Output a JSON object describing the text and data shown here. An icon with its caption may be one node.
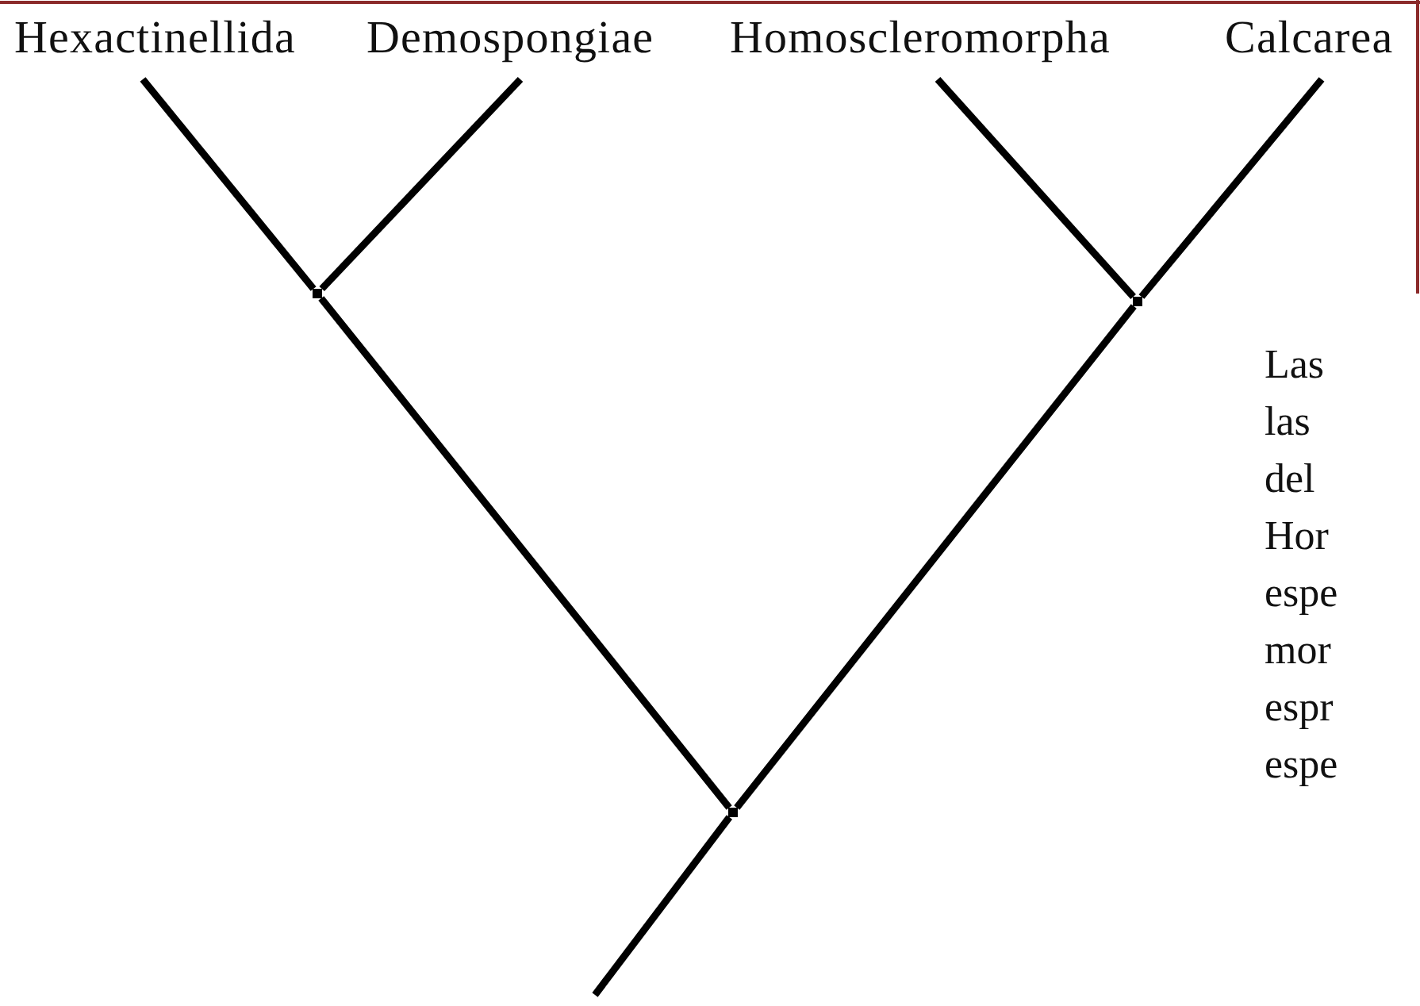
{
  "diagram": {
    "nodes": [
      {
        "text": [
          "Hexactinellida"
        ]
      },
      {
        "text": [
          "Demospongiae"
        ]
      },
      {
        "text": [
          "Homoscleromorpha"
        ]
      },
      {
        "text": [
          "Calcarea"
        ]
      },
      {
        "text": [],
        "shape": "point"
      },
      {
        "text": [],
        "shape": "point"
      },
      {
        "text": [],
        "shape": "point"
      }
    ],
    "edges": [
      {
        "from": 0,
        "to": 4,
        "arrow": "none"
      },
      {
        "from": 1,
        "to": 4,
        "arrow": "none"
      },
      {
        "from": 2,
        "to": 5,
        "arrow": "none"
      },
      {
        "from": 3,
        "to": 5,
        "arrow": "none"
      },
      {
        "from": 4,
        "to": 6,
        "arrow": "none"
      },
      {
        "from": 5,
        "to": 6,
        "arrow": "none"
      },
      {
        "from": null,
        "to": 6,
        "arrow": "none"
      }
    ],
    "labels": [
      "Las las del Hor espe mor espr espe"
    ]
  }
}
